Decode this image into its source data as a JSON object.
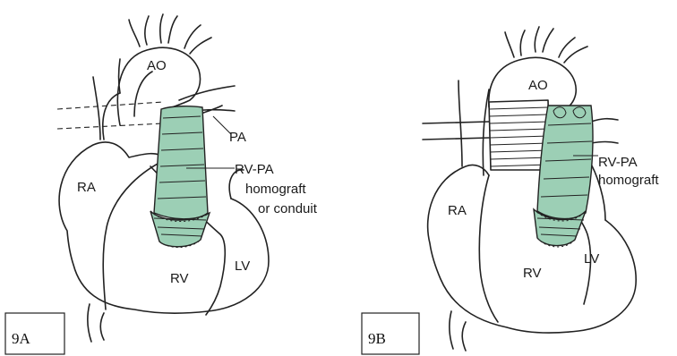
{
  "colors": {
    "graft_fill": "#9ccfb5",
    "line": "#222222"
  },
  "panels": [
    {
      "id": "9A",
      "label": "9A",
      "structures": {
        "ao": "AO",
        "pa": "PA",
        "ra": "RA",
        "rv": "RV",
        "lv": "LV"
      },
      "graft_label": [
        "RV-PA",
        "homograft",
        "or conduit"
      ]
    },
    {
      "id": "9B",
      "label": "9B",
      "structures": {
        "ao": "AO",
        "ra": "RA",
        "rv": "RV",
        "lv": "LV"
      },
      "graft_label": [
        "RV-PA",
        "homograft"
      ]
    }
  ]
}
